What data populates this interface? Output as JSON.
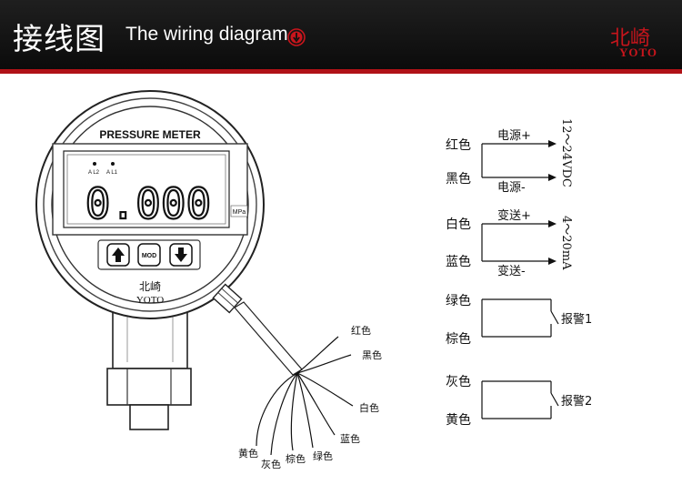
{
  "header": {
    "title_cn": "接线图",
    "title_en": "The wiring diagram",
    "brand_cn": "北崎",
    "brand_en": "YOTO"
  },
  "gauge": {
    "title": "PRESSURE METER",
    "al2": "A L2",
    "al1": "A L1",
    "reading": "0.000",
    "unit": "MPa",
    "mod_label": "MOD",
    "brand_cn": "北崎",
    "brand_en": "YOTO"
  },
  "wire_labels": {
    "red": "红色",
    "black": "黑色",
    "white": "白色",
    "blue": "蓝色",
    "green": "绿色",
    "brown": "棕色",
    "gray": "灰色",
    "yellow": "黄色"
  },
  "wiring": {
    "red": "红色",
    "black": "黑色",
    "white": "白色",
    "blue": "蓝色",
    "green": "绿色",
    "brown": "棕色",
    "gray": "灰色",
    "yellow": "黄色",
    "power_plus": "电源+",
    "power_minus": "电源-",
    "signal_plus": "变送+",
    "signal_minus": "变送-",
    "supply_range": "12～24VDC",
    "signal_range": "4～20mA",
    "alarm1": "报警1",
    "alarm2": "报警2"
  },
  "colors": {
    "header_bg": "#111111",
    "accent_red": "#b01217"
  },
  "icons": [
    "down-arrow-circle-icon",
    "up-arrow-button-icon",
    "down-arrow-button-icon"
  ]
}
